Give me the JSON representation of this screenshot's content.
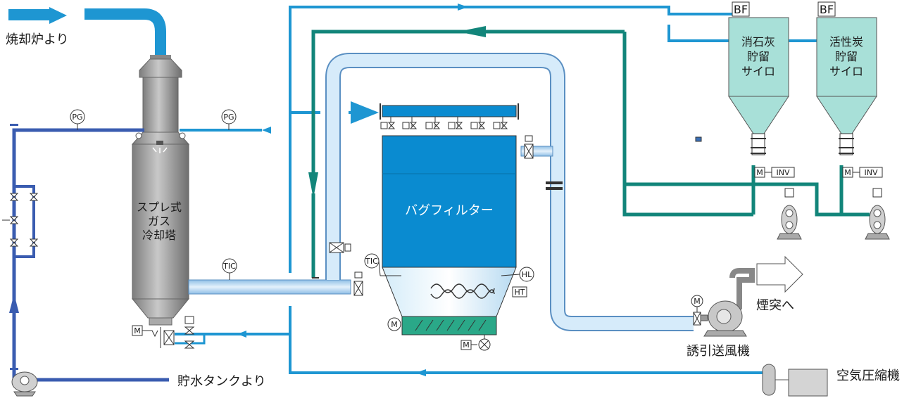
{
  "labels": {
    "from_incinerator": "焼却炉より",
    "from_water_tank": "貯水タンクより",
    "chimney": "煙突へ",
    "id_fan": "誘引送風機",
    "air_compressor": "空気圧縮機",
    "tower_line1": "スプレ式",
    "tower_line2": "ガス",
    "tower_line3": "冷却塔",
    "bag_filter": "バグフィルター",
    "silo1_line1": "消石灰",
    "silo1_line2": "貯留",
    "silo1_line3": "サイロ",
    "silo2_line1": "活性炭",
    "silo2_line2": "貯留",
    "silo2_line3": "サイロ",
    "bf1": "BF",
    "bf2": "BF",
    "pg1": "PG",
    "pg2": "PG",
    "tic1": "TIC",
    "tic2": "TIC",
    "hl": "HL",
    "ht": "HT",
    "m_tower": "M",
    "m_screw": "M",
    "m_rotary": "M",
    "m_fan": "M",
    "m_silo1": "M",
    "m_silo2": "M",
    "inv1": "INV",
    "inv2": "INV"
  },
  "colors": {
    "air_line": "#1e96d2",
    "water_line": "#3a5cb0",
    "reagent_line": "#12857a",
    "duct": "#bcd9f0",
    "bag_filter": "#0a8bd0",
    "silo": "#a8e0d8",
    "tower": "#9a9a9a"
  }
}
